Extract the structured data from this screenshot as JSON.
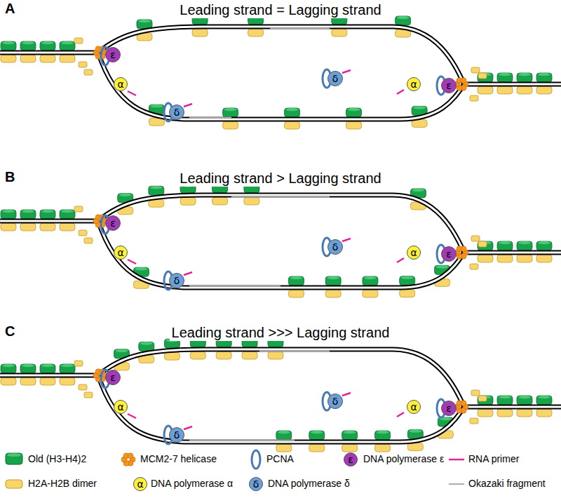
{
  "diagram": {
    "nodes": [
      {
        "text": [
          "ε"
        ]
      },
      {
        "text": [
          "δ"
        ]
      },
      {
        "text": [
          "α"
        ]
      },
      {
        "text": [
          "α"
        ]
      },
      {
        "text": [
          "ε"
        ]
      },
      {
        "text": [
          "δ"
        ]
      },
      {
        "text": [
          "ε"
        ]
      },
      {
        "text": [
          "δ"
        ]
      },
      {
        "text": [
          "α"
        ]
      },
      {
        "text": [
          "α"
        ]
      },
      {
        "text": [
          "ε"
        ]
      },
      {
        "text": [
          "δ"
        ]
      },
      {
        "text": [
          "ε"
        ]
      },
      {
        "text": [
          "δ"
        ]
      },
      {
        "text": [
          "α"
        ]
      },
      {
        "text": [
          "α"
        ]
      },
      {
        "text": [
          "ε"
        ]
      },
      {
        "text": [
          "δ"
        ]
      },
      {
        "text": [
          "ε"
        ]
      },
      {
        "text": [
          "α"
        ]
      },
      {
        "text": [
          "δ"
        ]
      }
    ],
    "labels": [
      "A",
      "Leading strand = Lagging strand",
      "B",
      "Leading strand > Lagging strand",
      "C",
      "Leading strand >>> Lagging strand"
    ],
    "legend": [
      {
        "text": "Old (H3-H4)2"
      },
      {
        "text": "MCM2-7 helicase"
      },
      {
        "text": "PCNA"
      },
      {
        "text": "DNA polymerase ε"
      },
      {
        "text": "RNA primer"
      },
      {
        "text": "H2A-H2B dimer"
      },
      {
        "text": "DNA polymerase α"
      },
      {
        "text": "DNA polymerase δ"
      },
      {
        "text": "Okazaki fragment"
      }
    ]
  }
}
